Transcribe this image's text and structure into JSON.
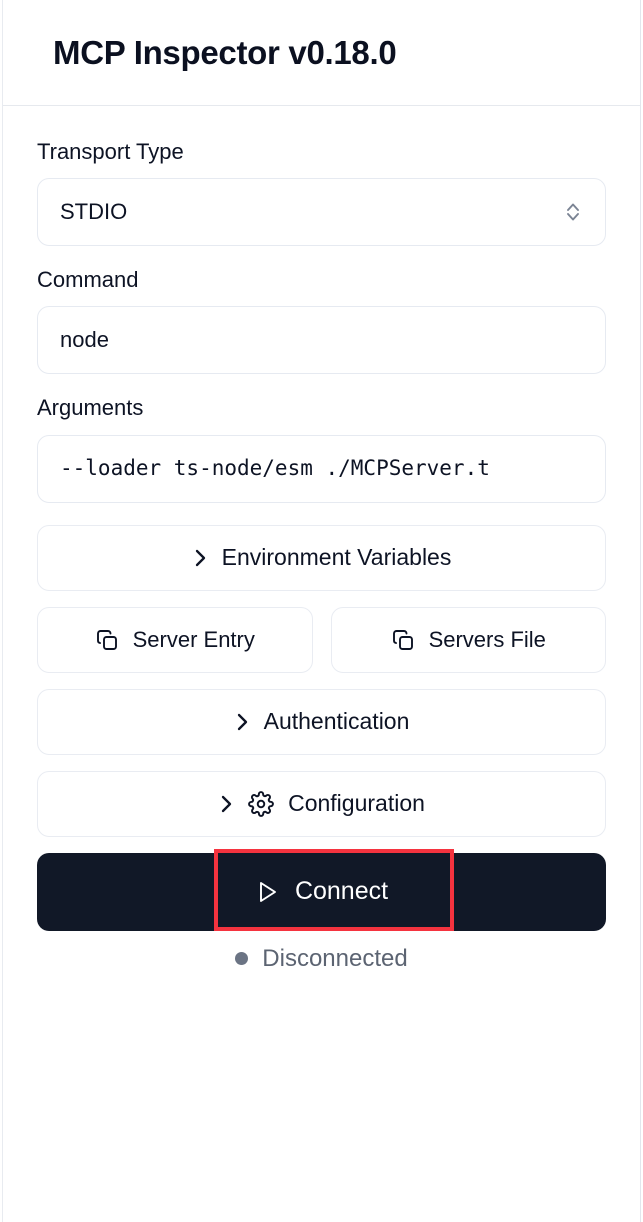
{
  "header": {
    "title": "MCP Inspector v0.18.0"
  },
  "form": {
    "transport": {
      "label": "Transport Type",
      "value": "STDIO",
      "icon": "chevrons-up-down-icon"
    },
    "command": {
      "label": "Command",
      "value": "node",
      "placeholder": "Command"
    },
    "arguments": {
      "label": "Arguments",
      "value": "--loader ts-node/esm ./MCPServer.t",
      "placeholder": "Arguments"
    }
  },
  "sections": {
    "environment_variables": {
      "label": "Environment Variables",
      "chevron": "chevron-right-icon",
      "expanded": false
    },
    "authentication": {
      "label": "Authentication",
      "chevron": "chevron-right-icon",
      "expanded": false
    },
    "configuration": {
      "label": "Configuration",
      "chevron": "chevron-right-icon",
      "icon": "gear-icon",
      "expanded": false
    }
  },
  "copy_buttons": [
    {
      "label": "Server Entry",
      "icon": "copy-icon"
    },
    {
      "label": "Servers File",
      "icon": "copy-icon"
    }
  ],
  "connect": {
    "label": "Connect",
    "icon": "play-icon",
    "background": "#111827",
    "highlight_color": "#f5333f"
  },
  "status": {
    "label": "Disconnected",
    "dot_color": "#6b7484"
  }
}
